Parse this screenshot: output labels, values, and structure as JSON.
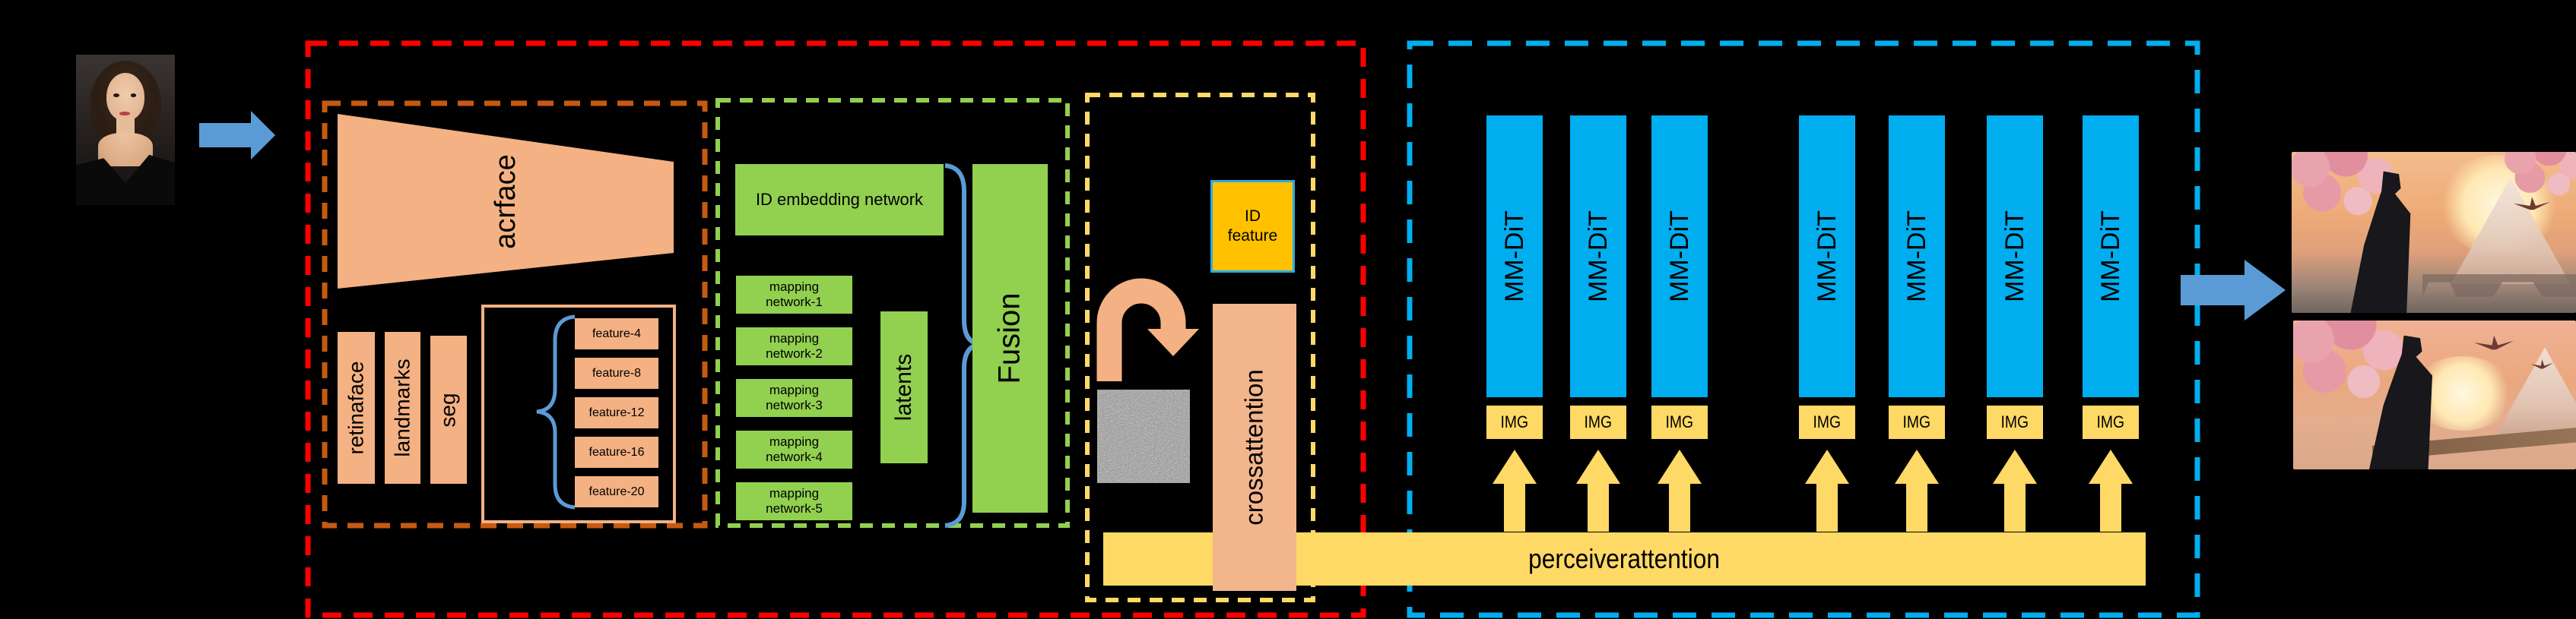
{
  "input": {
    "photo_description": "studio portrait photo of a young woman with dark hair wearing a black dress"
  },
  "face_module": {
    "acrface_label": "acrface",
    "retinaface_label": "retinaface",
    "landmarks_label": "landmarks",
    "seg_label": "seg",
    "features": [
      "feature-4",
      "feature-8",
      "feature-12",
      "feature-16",
      "feature-20"
    ]
  },
  "embedding_module": {
    "id_embedding_label": "ID embedding network",
    "mapping_networks": [
      {
        "line1": "mapping",
        "line2": "network-1"
      },
      {
        "line1": "mapping",
        "line2": "network-2"
      },
      {
        "line1": "mapping",
        "line2": "network-3"
      },
      {
        "line1": "mapping",
        "line2": "network-4"
      },
      {
        "line1": "mapping",
        "line2": "network-5"
      }
    ],
    "latents_label": "latents",
    "fusion_label": "Fusion"
  },
  "attention_module": {
    "id_feature_line1": "ID",
    "id_feature_line2": "feature",
    "crossattention_label": "crossattention",
    "perceiverattention_label": "perceiverattention"
  },
  "dit_module": {
    "columns": [
      {
        "label": "MM-DiT",
        "token": "IMG"
      },
      {
        "label": "MM-DiT",
        "token": "IMG"
      },
      {
        "label": "MM-DiT",
        "token": "IMG"
      },
      {
        "label": "MM-DiT",
        "token": "IMG"
      },
      {
        "label": "MM-DiT",
        "token": "IMG"
      },
      {
        "label": "MM-DiT",
        "token": "IMG"
      },
      {
        "label": "MM-DiT",
        "token": "IMG"
      }
    ]
  },
  "output": {
    "image1_description": "generated fantasy image: woman in black robes holding a sword, cherry blossoms, sun and snow mountain, bridge",
    "image2_description": "generated fantasy image: woman in black robes on a lake pier at sunset with cherry blossoms and birds"
  },
  "colors": {
    "red_dash": "#FF0000",
    "orange_dash": "#C55A11",
    "green": "#92D050",
    "yellow": "#FFD966",
    "gold": "#FFC000",
    "blue": "#00AEEF",
    "peach": "#F4B183",
    "crossattention_peach": "#F2B58C",
    "cornflower_arrow": "#5B9BD5",
    "background": "#000000"
  }
}
